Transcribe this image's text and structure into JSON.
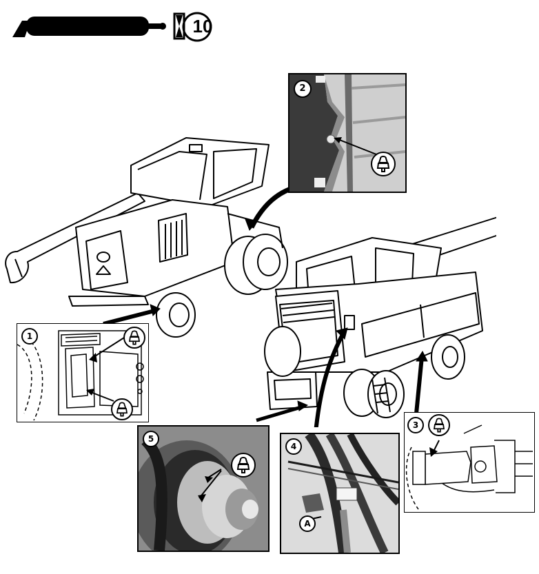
{
  "header": {
    "interval_value": "10",
    "icons": [
      "grease-gun-icon",
      "hourglass-icon"
    ]
  },
  "callouts": [
    {
      "number": "1",
      "icon": "grease-fitting-icon"
    },
    {
      "number": "2",
      "icon": "grease-fitting-icon"
    },
    {
      "number": "3",
      "icon": "grease-fitting-icon"
    },
    {
      "number": "4",
      "letter": "A"
    },
    {
      "number": "5",
      "icon": "grease-fitting-icon"
    }
  ],
  "colors": {
    "ink": "#000000",
    "paper": "#ffffff",
    "photo_dark": "#3a3a3a",
    "photo_mid": "#8c8c8c",
    "photo_light": "#d6d6d6"
  }
}
